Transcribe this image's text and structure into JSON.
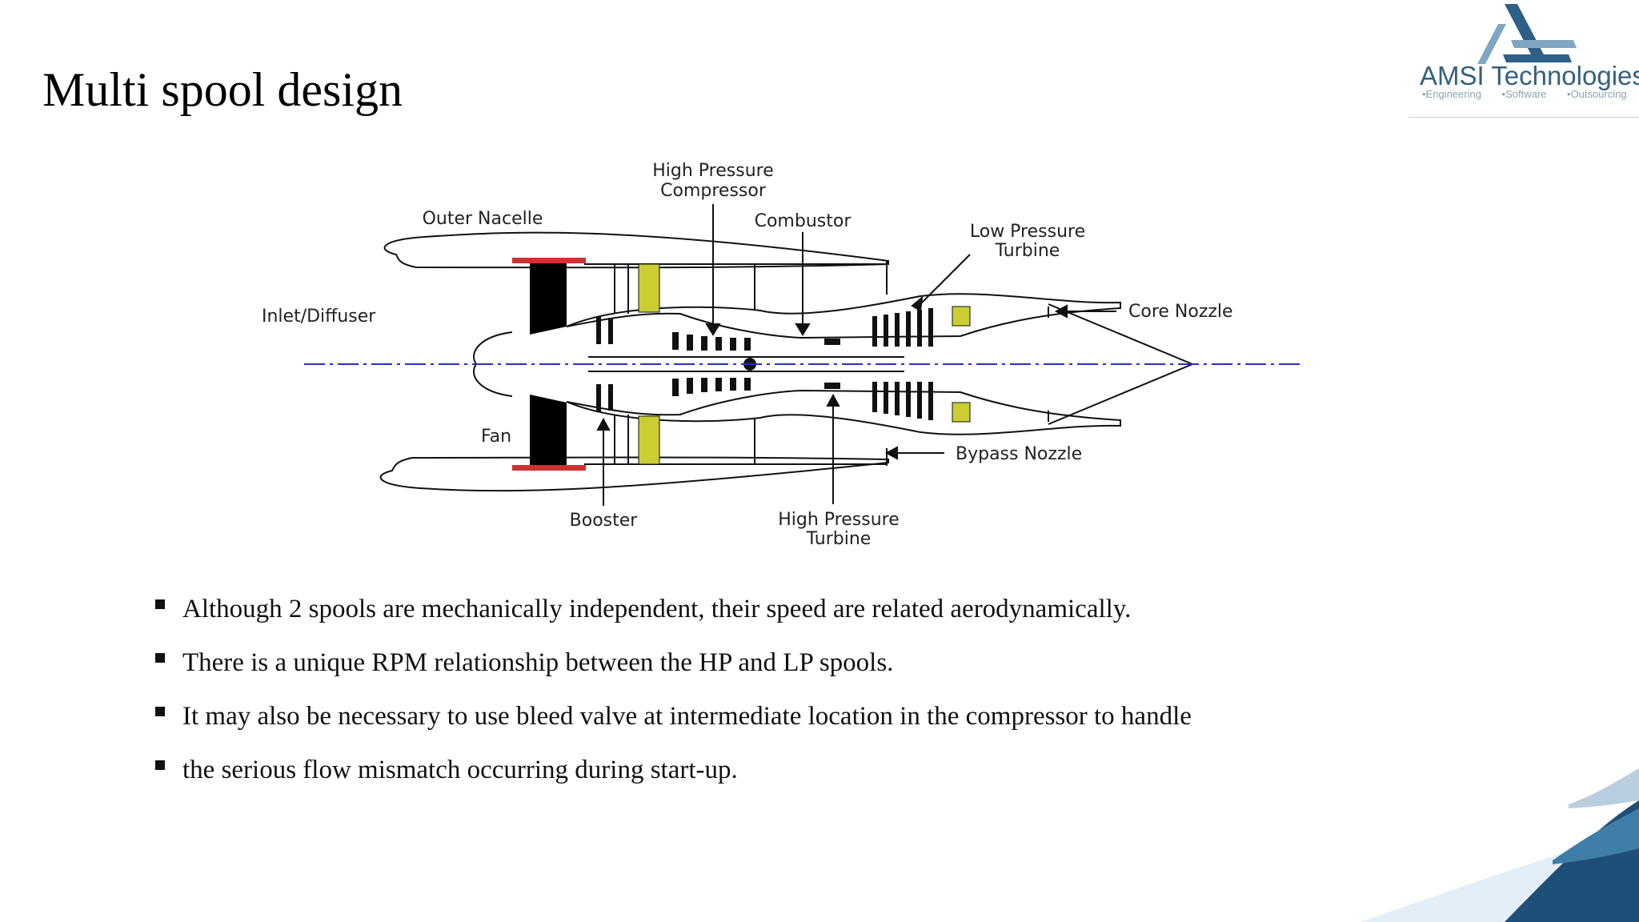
{
  "slide": {
    "title": "Multi spool design"
  },
  "logo": {
    "name": "AMSI Technologies",
    "tagline": "•Engineering •Software •Outsourcing"
  },
  "diagram": {
    "labels": {
      "high_pressure_compressor_1": "High Pressure",
      "high_pressure_compressor_2": "Compressor",
      "outer_nacelle": "Outer Nacelle",
      "combustor": "Combustor",
      "low_pressure_turbine_1": "Low Pressure",
      "low_pressure_turbine_2": "Turbine",
      "inlet_diffuser": "Inlet/Diffuser",
      "core_nozzle": "Core Nozzle",
      "fan": "Fan",
      "bypass_nozzle": "Bypass Nozzle",
      "booster": "Booster",
      "high_pressure_turbine_1": "High Pressure",
      "high_pressure_turbine_2": "Turbine"
    }
  },
  "bullets": [
    "Although 2 spools are mechanically independent, their speed are related aerodynamically.",
    "There is a unique RPM relationship between the HP and LP spools.",
    "It may also be necessary to use bleed valve at intermediate location in the compressor to handle",
    "the serious flow mismatch occurring during start-up."
  ],
  "colors": {
    "accent_blue": "#2e5f86",
    "fan_red": "#cc3333",
    "blade_yellow": "#cccc33",
    "centerline": "#2a2ad0"
  }
}
